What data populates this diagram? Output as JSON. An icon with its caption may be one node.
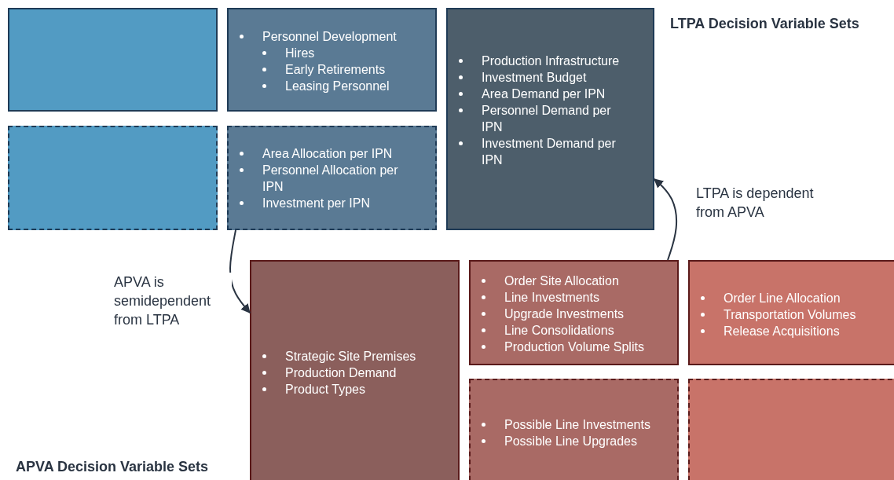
{
  "diagram": {
    "nodes": [
      {
        "text": [],
        "shape": "box"
      },
      {
        "text": [
          "Personnel Development",
          "Hires",
          "Early Retirements",
          "Leasing Personnel"
        ]
      },
      {
        "text": [
          "Production Infrastructure",
          "Investment Budget",
          "Area Demand per IPN",
          "Personnel Demand per IPN",
          "Investment Demand per IPN"
        ]
      },
      {
        "text": [],
        "shape": "box"
      },
      {
        "text": [
          "Area Allocation per IPN",
          "Personnel Allocation per IPN",
          "Investment per IPN"
        ]
      },
      {
        "text": [
          "Strategic Site Premises",
          "Production Demand",
          "Product Types"
        ]
      },
      {
        "text": [
          "Order Site Allocation",
          "Line Investments",
          "Upgrade Investments",
          "Line Consolidations",
          "Production Volume Splits"
        ]
      },
      {
        "text": [
          "Order Line Allocation",
          "Transportation Volumes",
          "Release Acquisitions"
        ]
      },
      {
        "text": [
          "Possible Line Investments",
          "Possible Line Upgrades"
        ]
      },
      {
        "text": [],
        "shape": "box"
      }
    ],
    "edges": [
      {
        "from": 4,
        "to": 5,
        "arrow": "to",
        "label": "APVA is semidependent from LTPA"
      },
      {
        "from": 6,
        "to": 2,
        "arrow": "to",
        "label": "LTPA is dependent from APVA"
      }
    ],
    "labels": [
      "LTPA Decision Variable Sets",
      "APVA Decision Variable Sets"
    ]
  }
}
